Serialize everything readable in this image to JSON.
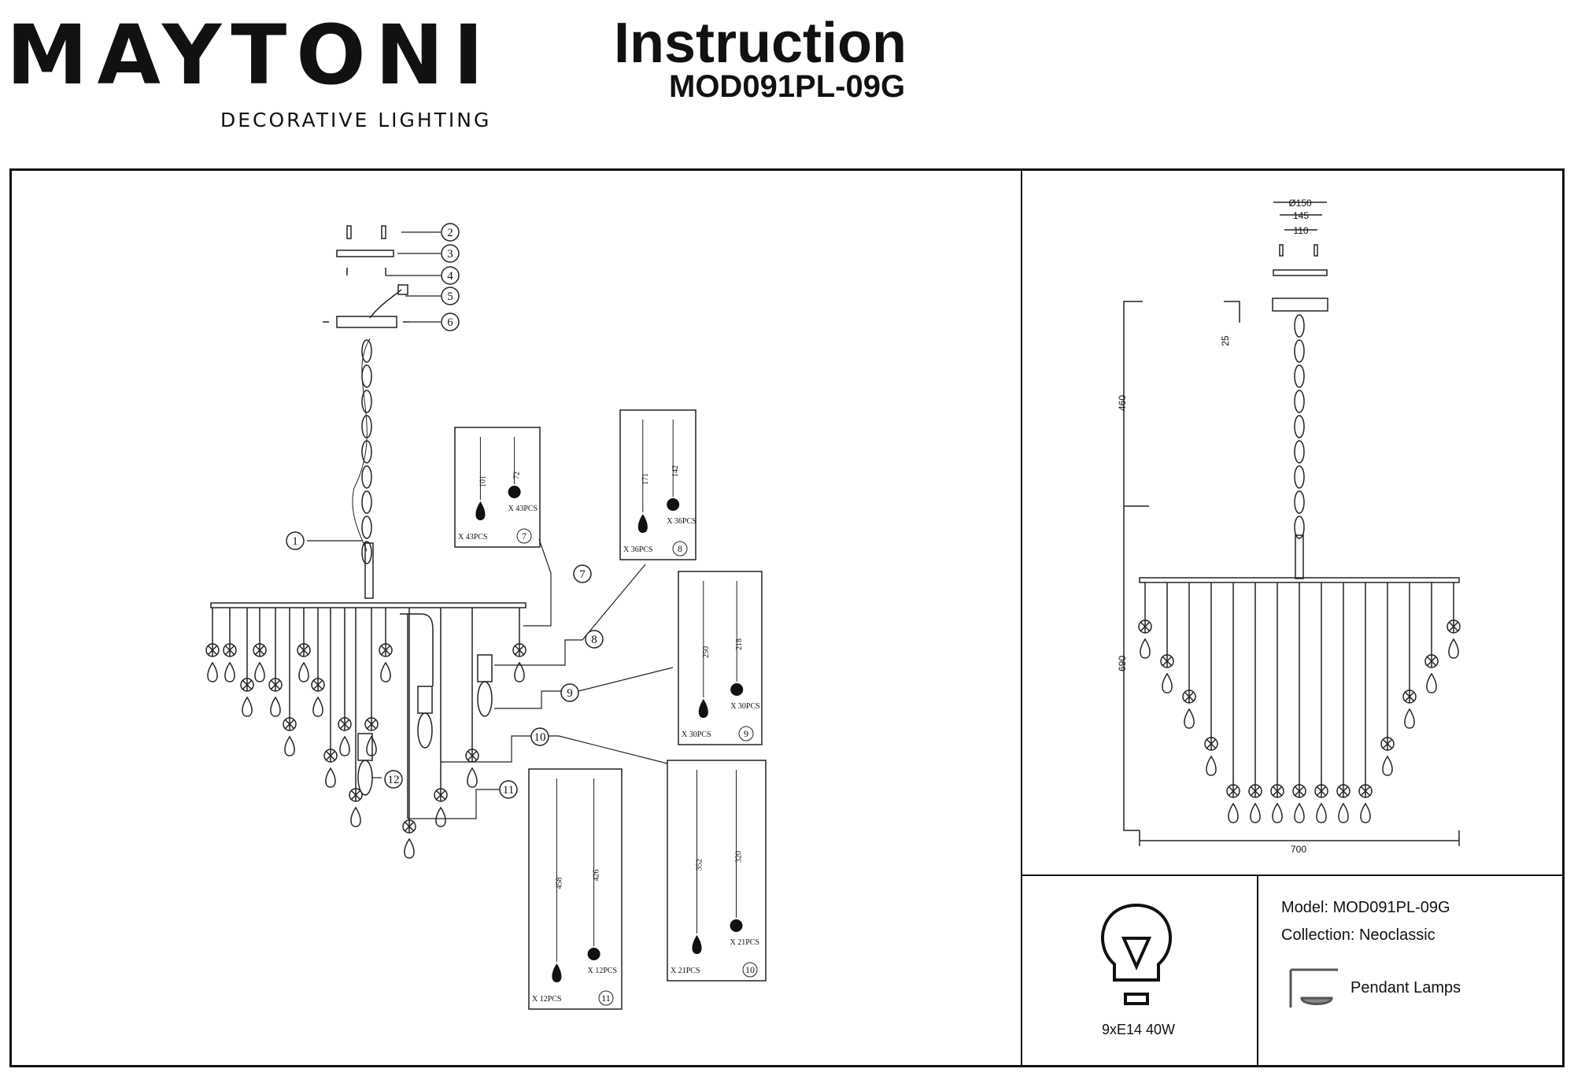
{
  "brand": {
    "name": "MAYTONI",
    "tagline": "DECORATIVE LIGHTING"
  },
  "header": {
    "title": "Instruction",
    "model_code": "MOD091PL-09G"
  },
  "callouts": [
    "1",
    "2",
    "3",
    "4",
    "5",
    "6",
    "7",
    "8",
    "9",
    "10",
    "11",
    "12"
  ],
  "parts": [
    {
      "id": "7",
      "counts": [
        "X 43PCS",
        "X 43PCS"
      ],
      "dims": [
        "101",
        "72"
      ]
    },
    {
      "id": "8",
      "counts": [
        "X 36PCS",
        "X 36PCS"
      ],
      "dims": [
        "171",
        "142"
      ]
    },
    {
      "id": "9",
      "counts": [
        "X 30PCS",
        "X 30PCS"
      ],
      "dims": [
        "250",
        "218"
      ]
    },
    {
      "id": "10",
      "counts": [
        "X 21PCS",
        "X 21PCS"
      ],
      "dims": [
        "352",
        "320"
      ]
    },
    {
      "id": "11",
      "counts": [
        "X 12PCS",
        "X 12PCS"
      ],
      "dims": [
        "458",
        "426"
      ]
    }
  ],
  "dimensions": {
    "d150": "Ø150",
    "d145": "145",
    "d110": "110",
    "h25": "25",
    "h460": "460",
    "h690": "690",
    "w700": "700"
  },
  "spec": {
    "bulb": "9xE14 40W",
    "model_label": "Model:",
    "model_value": "MOD091PL-09G",
    "collection_label": "Collection:",
    "collection_value": "Neoclassic",
    "type": "Pendant Lamps"
  }
}
